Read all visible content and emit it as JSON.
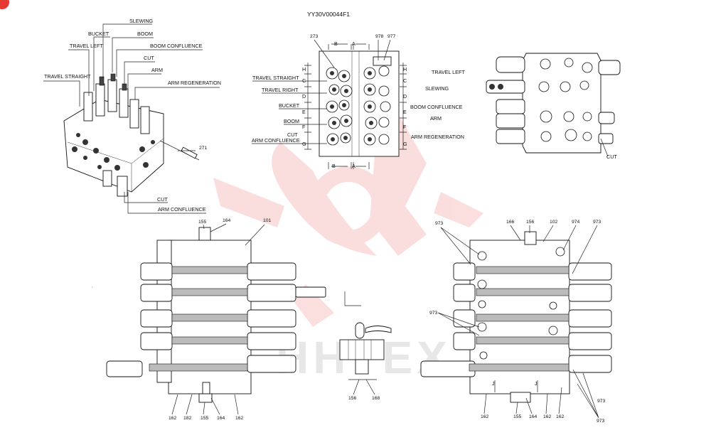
{
  "diagram_code": "YY30V00044F1",
  "badge_color": "#e53935",
  "watermark": {
    "text": "HHTEX",
    "color": "#e53935"
  },
  "left_view": {
    "labels": [
      "SLEWING",
      "BUCKET",
      "BOOM",
      "TRAVEL LEFT",
      "BOOM CONFLUENCE",
      "CUT",
      "ARM",
      "TRAVEL STRAIGHT",
      "ARM REGENERATION"
    ],
    "part_271": "271",
    "bottom_cut": "CUT",
    "bottom_arm_confluence": "ARM CONFLUENCE"
  },
  "center_view": {
    "left_labels": [
      "TRAVEL STRAIGHT",
      "TRAVEL RIGHT",
      "BUCKET",
      "BOOM",
      "CUT",
      "ARM CONFLUENCE"
    ],
    "right_labels": [
      "TRAVEL LEFT",
      "SLEWING",
      "BOOM CONFLUENCE",
      "ARM",
      "ARM REGENERATION"
    ],
    "section_letters_left": [
      "H",
      "C",
      "D",
      "E",
      "F",
      "G"
    ],
    "section_letters_right": [
      "H",
      "C",
      "D",
      "E",
      "F",
      "G"
    ],
    "top_nums": [
      "273",
      "978",
      "977"
    ],
    "sec_b": "B",
    "sec_a": "A"
  },
  "right_view": {
    "cut": "CUT"
  },
  "bottom_left": {
    "top_nums": [
      "155",
      "164",
      "101"
    ],
    "bottom_nums": [
      "162",
      "182",
      "155",
      "164",
      "162"
    ]
  },
  "bottom_center": {
    "nums": [
      "156",
      "168"
    ]
  },
  "bottom_right": {
    "top_nums": [
      "973",
      "166",
      "156",
      "102",
      "974",
      "973"
    ],
    "side_973": "973",
    "section_j": "J",
    "bottom_nums": [
      "162",
      "155",
      "164",
      "162",
      "162"
    ],
    "right_973": [
      "973",
      "973"
    ]
  }
}
